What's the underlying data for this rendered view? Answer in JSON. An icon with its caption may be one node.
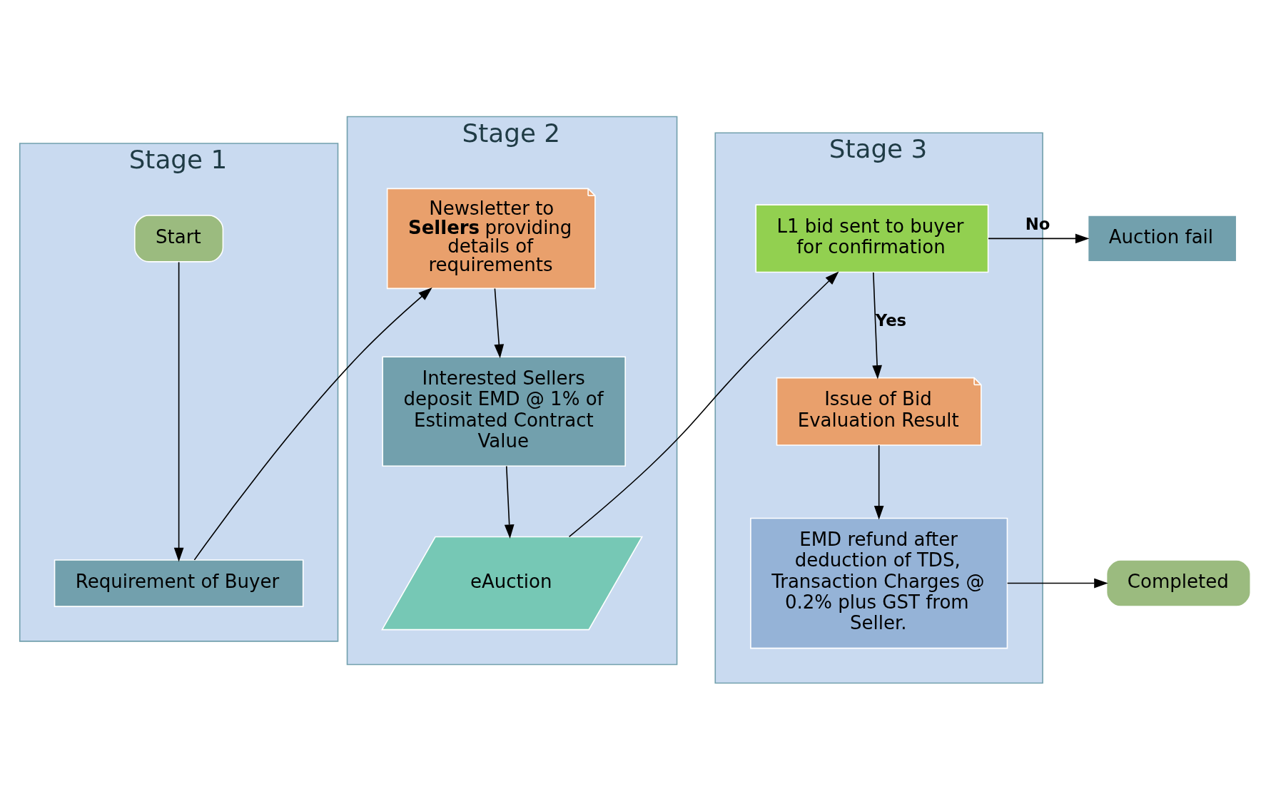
{
  "diagram": {
    "nodes": [
      {
        "text": [
          "Stage 1"
        ]
      },
      {
        "text": [
          "Stage 2"
        ]
      },
      {
        "text": [
          "Stage 3"
        ]
      },
      {
        "text": [
          "Start"
        ],
        "in": 0
      },
      {
        "text": [
          "Requirement of Buyer"
        ],
        "in": 0
      },
      {
        "text": [
          "Newsletter to **Sellers** providing details of requirements"
        ],
        "in": 1
      },
      {
        "text": [
          "Interested Sellers deposit EMD @ 1% of Estimated Contract Value"
        ],
        "in": 1
      },
      {
        "text": [
          "eAuction"
        ],
        "in": 1
      },
      {
        "text": [
          "L1 bid sent to buyer for confirmation"
        ],
        "in": 2
      },
      {
        "text": [
          "Auction fail"
        ]
      },
      {
        "text": [
          "Issue of Bid Evaluation Result"
        ],
        "in": 2
      },
      {
        "text": [
          "EMD refund after deduction of TDS, Transaction Charges @ 0.2% plus GST from Seller."
        ],
        "in": 2
      },
      {
        "text": [
          "Completed"
        ]
      }
    ],
    "edges": [
      {
        "from": 3,
        "to": 4,
        "arrow": "to"
      },
      {
        "from": 4,
        "to": 5,
        "arrow": "to"
      },
      {
        "from": 5,
        "to": 6,
        "arrow": "to"
      },
      {
        "from": 6,
        "to": 7,
        "arrow": "to"
      },
      {
        "from": 7,
        "to": 8,
        "arrow": "to"
      },
      {
        "from": 8,
        "to": 9,
        "arrow": "to",
        "label": "No"
      },
      {
        "from": 8,
        "to": 10,
        "arrow": "to",
        "label": "Yes"
      },
      {
        "from": 10,
        "to": 11,
        "arrow": "to"
      },
      {
        "from": 11,
        "to": 12,
        "arrow": "to"
      }
    ]
  }
}
